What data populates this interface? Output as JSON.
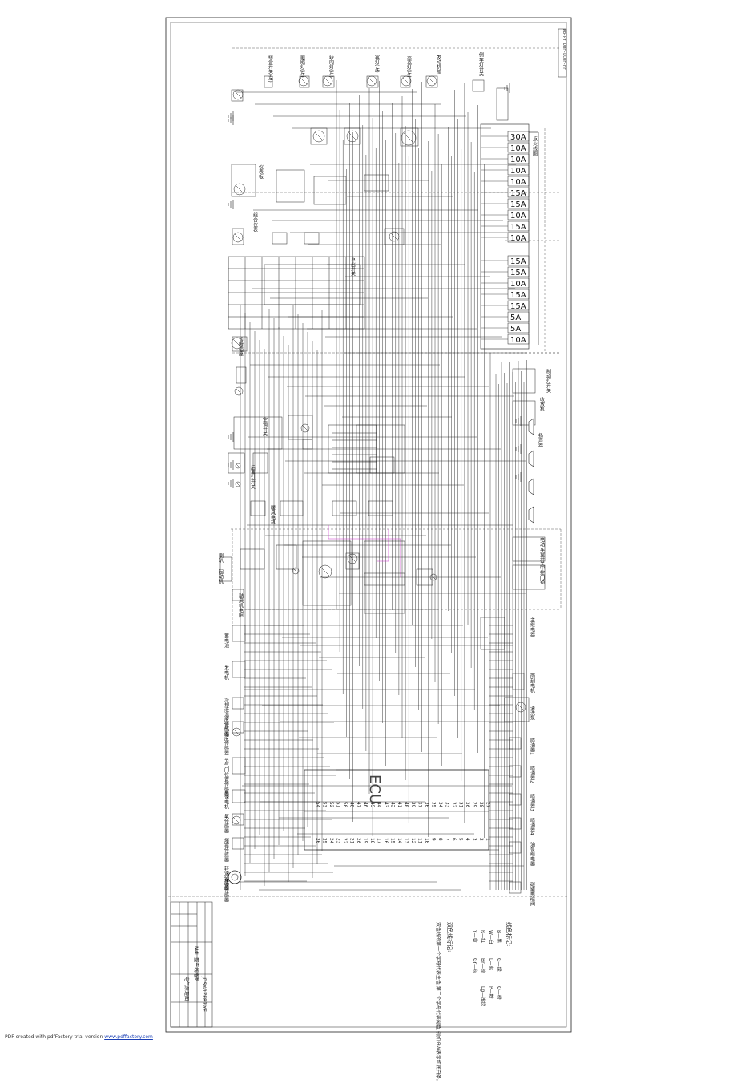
{
  "document": {
    "drawing_number": "DB-PYTDHF-LCUF-HF",
    "title_block": {
      "name": "电气原理图",
      "system": "M4L 整车线路图",
      "code": "JDSY-1ZEB7-YE"
    }
  },
  "fuse_box": {
    "fuses": [
      "30A",
      "10A",
      "10A",
      "10A",
      "10A",
      "15A",
      "15A",
      "10A",
      "15A",
      "10A",
      "15A",
      "15A",
      "10A",
      "15A",
      "15A",
      "5A",
      "5A",
      "10A",
      "10A"
    ]
  },
  "ecu": {
    "label": "ECU"
  },
  "ecu_pins": [
    "54",
    "53",
    "52",
    "51",
    "50",
    "48",
    "47",
    "46",
    "45",
    "44",
    "43",
    "42",
    "41",
    "40",
    "39",
    "37",
    "36",
    "35",
    "34",
    "33",
    "32",
    "31",
    "30",
    "29",
    "28",
    "27",
    "26",
    "25",
    "24",
    "23",
    "22",
    "21",
    "20",
    "19",
    "18",
    "17",
    "16",
    "15",
    "14",
    "13",
    "12",
    "11",
    "10",
    "9",
    "8",
    "7",
    "6",
    "5",
    "4",
    "3",
    "2",
    "1"
  ],
  "legend": {
    "title": "线色标记:",
    "lines": [
      "B—黑",
      "W—白",
      "R—红",
      "Y—黄",
      "G—绿",
      "L—蓝",
      "Br—棕",
      "Gr—灰",
      "O—橙",
      "P—粉",
      "Lg—浅绿"
    ],
    "note_title": "双色线标记:",
    "note": "双色线的第一个字母代表主色,第二个字母代表副色,例如:RW表示红底白条。"
  },
  "components_left": [
    "组合开关(左)",
    "前照灯(左)",
    "转向灯(左)",
    "雾灯(左)",
    "示宽灯(左)",
    "发动机舱",
    "仪表板",
    "组合仪表",
    "点火开关",
    "诊断插座",
    "空调开关",
    "后雾灯开关",
    "暖风电机",
    "鼓风机电阻",
    "喇叭",
    "起动机",
    "蓄电池",
    "发电机",
    "冷却液温度传感器",
    "进气温度传感器",
    "节气门位置传感器",
    "怠速电机",
    "氧传感器",
    "爆震传感器",
    "转速传感器",
    "车速传感器"
  ],
  "components_right": [
    "点火线圈",
    "喷油器1",
    "喷油器2",
    "喷油器3",
    "喷油器4",
    "油泵继电器",
    "主继电器",
    "碳罐电磁阀",
    "扬声器",
    "收放机",
    "电动车窗开关",
    "中控门锁",
    "雨刮电机",
    "清洗泵",
    "倒车灯开关",
    "制动灯开关"
  ],
  "footer": {
    "text": "PDF created with pdfFactory trial version",
    "link": "www.pdffactory.com"
  }
}
